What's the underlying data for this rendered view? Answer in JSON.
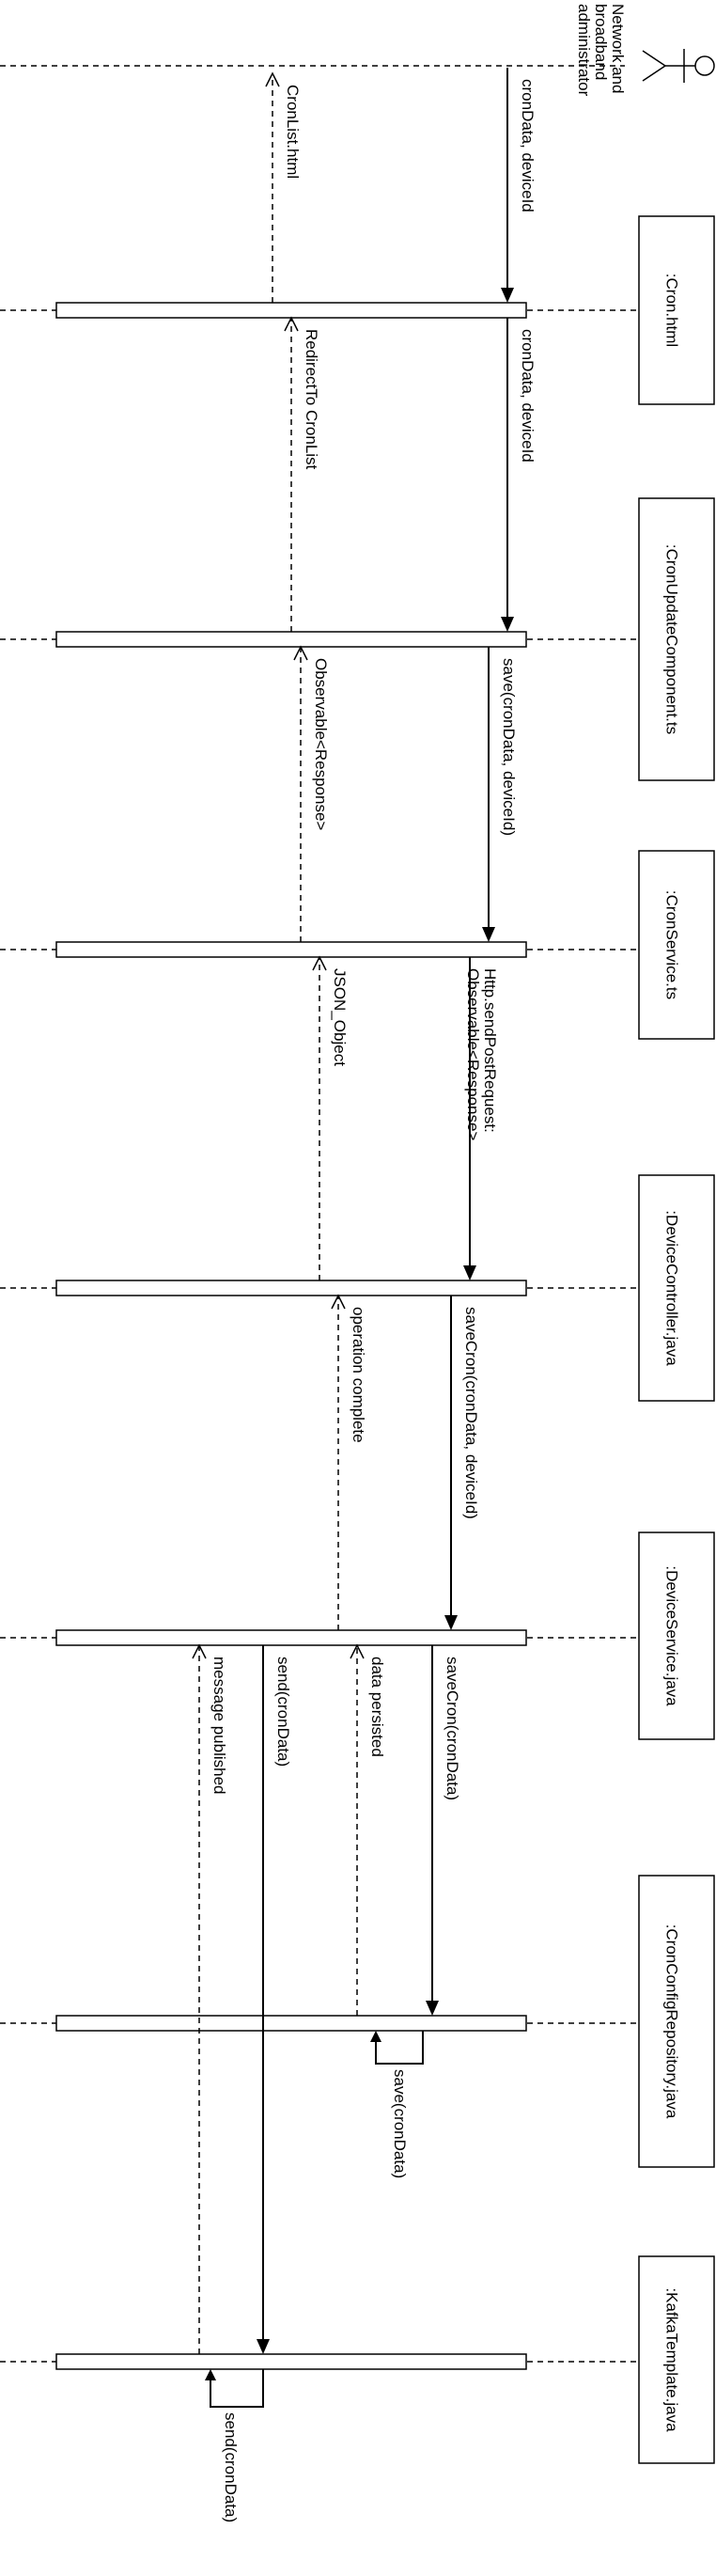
{
  "actor": {
    "label_lines": [
      "Network and",
      "broadband",
      "administrator"
    ]
  },
  "participants": [
    {
      "id": "cron_html",
      "label": ":Cron.html"
    },
    {
      "id": "cron_update_component",
      "label": ":CronUpdateComponent.ts"
    },
    {
      "id": "cron_service",
      "label": ":CronService.ts"
    },
    {
      "id": "device_controller",
      "label": ":DeviceController.java"
    },
    {
      "id": "device_service",
      "label": ":DeviceService.java"
    },
    {
      "id": "cron_config_repository",
      "label": ":CronConfigRepository.java"
    },
    {
      "id": "kafka_template",
      "label": ":KafkaTemplate.java"
    }
  ],
  "messages": [
    {
      "id": "m1",
      "type": "call",
      "from": "actor",
      "to": "cron_html",
      "label_lines": [
        "cronData, deviceId"
      ]
    },
    {
      "id": "r1",
      "type": "return",
      "from": "cron_html",
      "to": "actor",
      "label_lines": [
        "CronList.html"
      ]
    },
    {
      "id": "m2",
      "type": "call",
      "from": "cron_html",
      "to": "cron_update_component",
      "label_lines": [
        "cronData, deviceId"
      ]
    },
    {
      "id": "r2",
      "type": "return",
      "from": "cron_update_component",
      "to": "cron_html",
      "label_lines": [
        "RedirectTo CronList"
      ]
    },
    {
      "id": "m3",
      "type": "call",
      "from": "cron_update_component",
      "to": "cron_service",
      "label_lines": [
        "save(cronData, deviceId)"
      ]
    },
    {
      "id": "r3",
      "type": "return",
      "from": "cron_service",
      "to": "cron_update_component",
      "label_lines": [
        "Observable<Response>"
      ]
    },
    {
      "id": "m4",
      "type": "call",
      "from": "cron_service",
      "to": "device_controller",
      "label_lines": [
        "Http.sendPostRequest:",
        "Observable<Response>"
      ]
    },
    {
      "id": "r4",
      "type": "return",
      "from": "device_controller",
      "to": "cron_service",
      "label_lines": [
        "JSON_Object"
      ]
    },
    {
      "id": "m5",
      "type": "call",
      "from": "device_controller",
      "to": "device_service",
      "label_lines": [
        "saveCron(cronData, deviceId)"
      ]
    },
    {
      "id": "r5",
      "type": "return",
      "from": "device_service",
      "to": "device_controller",
      "label_lines": [
        "operation complete"
      ]
    },
    {
      "id": "m6",
      "type": "call",
      "from": "device_service",
      "to": "cron_config_repository",
      "label_lines": [
        "saveCron(cronData)"
      ]
    },
    {
      "id": "r6",
      "type": "return",
      "from": "cron_config_repository",
      "to": "device_service",
      "label_lines": [
        "data persisted"
      ]
    },
    {
      "id": "s1",
      "type": "self",
      "from": "cron_config_repository",
      "to": "cron_config_repository",
      "label_lines": [
        "save(cronData)"
      ]
    },
    {
      "id": "m7",
      "type": "call",
      "from": "device_service",
      "to": "kafka_template",
      "label_lines": [
        "send(cronData)"
      ]
    },
    {
      "id": "r7",
      "type": "return",
      "from": "kafka_template",
      "to": "device_service",
      "label_lines": [
        "message published"
      ]
    },
    {
      "id": "s2",
      "type": "self",
      "from": "kafka_template",
      "to": "kafka_template",
      "label_lines": [
        "send(cronData)"
      ]
    }
  ]
}
